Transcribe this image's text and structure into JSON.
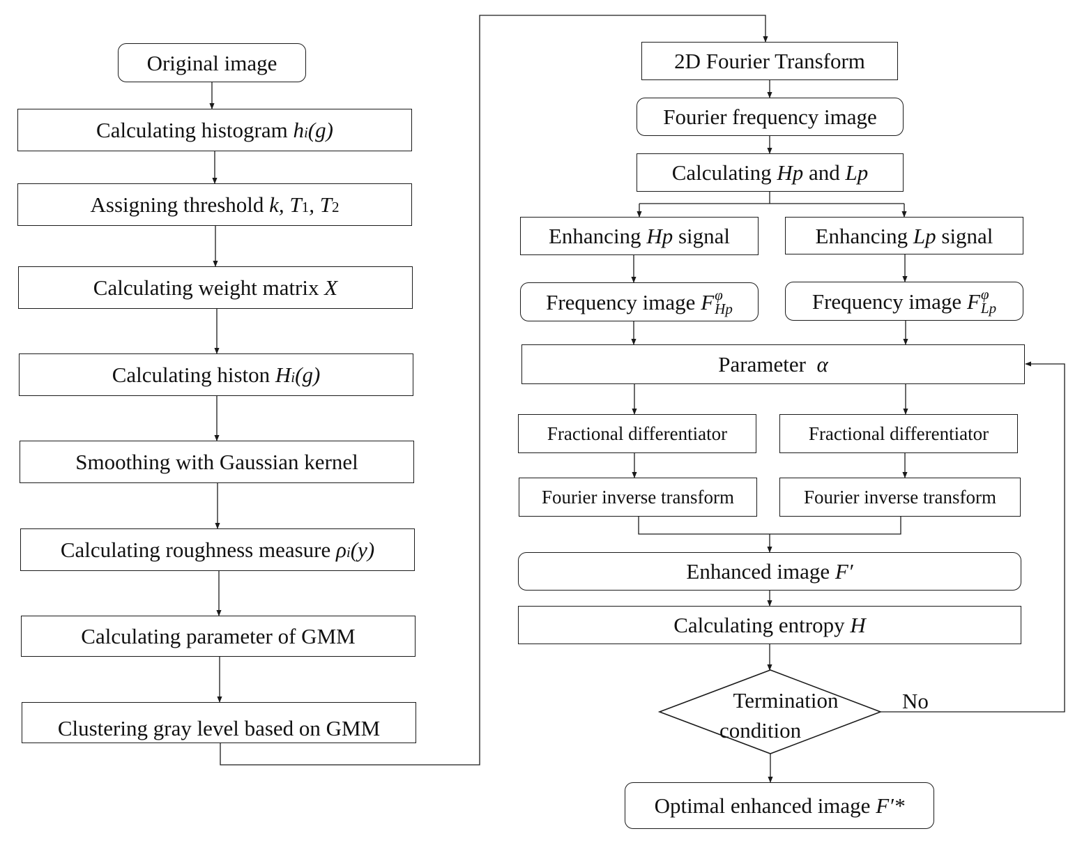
{
  "nodes": {
    "original_image": "Original image",
    "calc_histogram": {
      "prefix": "Calculating histogram ",
      "math": "h",
      "sub": "i",
      "suffix": "(g)"
    },
    "assign_threshold": {
      "prefix": "Assigning threshold ",
      "math": "k, T",
      "s1": "1",
      "mid": ", T",
      "s2": "2"
    },
    "calc_weight": {
      "prefix": "Calculating weight matrix ",
      "math": "X"
    },
    "calc_histon": {
      "prefix": "Calculating histon ",
      "math": "H",
      "sub": "i",
      "suffix": "(g)"
    },
    "smoothing": "Smoothing with Gaussian kernel",
    "calc_roughness": {
      "prefix": "Calculating roughness measure ",
      "math": "ρ",
      "sub": "i",
      "suffix": "(y)"
    },
    "calc_gmm": "Calculating parameter of GMM",
    "clustering": "Clustering gray level based on GMM",
    "fourier_2d": "2D Fourier Transform",
    "fourier_freq": "Fourier frequency image",
    "calc_hp_lp": {
      "prefix": "Calculating ",
      "m1": "Hp",
      "mid": " and ",
      "m2": "Lp"
    },
    "enh_hp": {
      "prefix": "Enhancing ",
      "math": "Hp",
      "suffix": " signal"
    },
    "enh_lp": {
      "prefix": "Enhancing ",
      "math": "Lp",
      "suffix": " signal"
    },
    "freq_hp": {
      "prefix": "Frequency image ",
      "math": "F",
      "sup": "φ",
      "sub": "Hp"
    },
    "freq_lp": {
      "prefix": "Frequency image ",
      "math": "F",
      "sup": "φ",
      "sub": "Lp"
    },
    "parameter": {
      "prefix": "Parameter  ",
      "math": "α"
    },
    "frac_diff_1": "Fractional differentiator",
    "frac_diff_2": "Fractional differentiator",
    "inv_fourier_1": "Fourier inverse transform",
    "inv_fourier_2": "Fourier inverse transform",
    "enhanced": {
      "prefix": "Enhanced image ",
      "math": "F′"
    },
    "entropy": {
      "prefix": "Calculating entropy ",
      "math": "H"
    },
    "termination_line1": "Termination",
    "termination_line2": "condition",
    "optimal": {
      "prefix": "Optimal enhanced image ",
      "math": "F′*"
    }
  },
  "edge_labels": {
    "no": "No"
  }
}
